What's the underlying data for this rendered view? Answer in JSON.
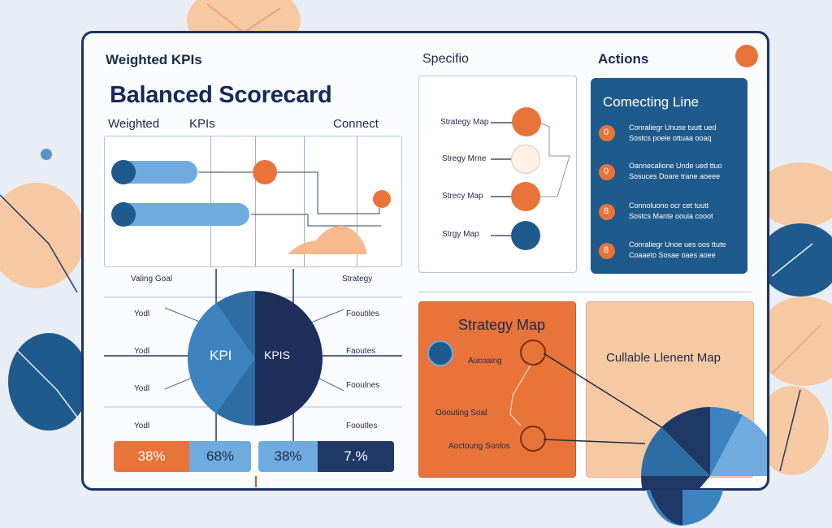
{
  "colors": {
    "navy": "#1f3866",
    "blue": "#2e6ca4",
    "light_blue": "#6fabdf",
    "orange": "#e8743a",
    "peach": "#f7c9a3",
    "background": "#e9eef6"
  },
  "header": {
    "weighted_kpis": "Weighted KPIs",
    "specific": "Specifio",
    "actions": "Actions"
  },
  "scorecard": {
    "title": "Balanced Scorecard",
    "col_weighted": "Weighted",
    "col_kpis": "KPIs",
    "col_connect": "Connect"
  },
  "wheel": {
    "left_header": "Valing Goal",
    "right_header": "Strategy",
    "left_labels": [
      "Yodl",
      "Yodl",
      "Yodl",
      "Yodl"
    ],
    "right_labels": [
      "Fooutiles",
      "Faoutes",
      "Fooulnes",
      "Fooutles"
    ],
    "left_center": "KPI",
    "right_center": "KPIS"
  },
  "percent_bars": [
    "38%",
    "68%",
    "38%",
    "7.%"
  ],
  "strategy_list": {
    "items": [
      "Strategy Map",
      "Stregy Mrne",
      "Strecy Map",
      "Strgy Map"
    ]
  },
  "actions_panel": {
    "title": "Comecting Line",
    "items": [
      {
        "num": "0",
        "line1": "Conraliegr Unuse tuutt ued",
        "line2": "Sostcs poeie ottuaa ooaq"
      },
      {
        "num": "0",
        "line1": "Oannecalione Unde ued ttuo",
        "line2": "Sosuces Doare trane aoeee"
      },
      {
        "num": "8",
        "line1": "Connoluono ocr cet tuutt",
        "line2": "Sostcs Mante oouia cooot"
      },
      {
        "num": "8",
        "line1": "Conraliegr Unoe ues oos ttute",
        "line2": "Coaaeto Sosae oaes aoee"
      }
    ]
  },
  "strategy_map": {
    "title": "Strategy Map",
    "labels": [
      "Aucoaing",
      "Ooouting Soal",
      "Aoctoung Sonlos"
    ]
  },
  "element_map": {
    "title": "Cullable Llenent Map"
  }
}
